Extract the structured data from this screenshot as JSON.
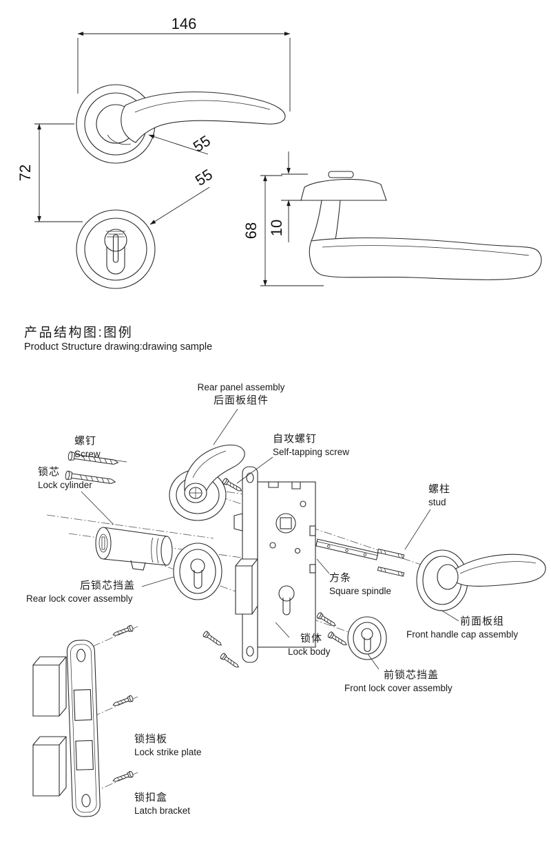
{
  "document": {
    "section_title_cn": "产品结构图:图例",
    "section_title_en": "Product Structure drawing:drawing sample"
  },
  "colors": {
    "ink": "#1a1a1a",
    "background": "#ffffff"
  },
  "dims": {
    "front_width": "146",
    "front_height": "72",
    "rose_top": "55",
    "rose_bottom": "55",
    "side_height": "68",
    "side_offset": "10"
  },
  "parts": {
    "rear_panel": {
      "line1": "Rear panel assembly",
      "line2": "后面板组件"
    },
    "screw": {
      "line1": "螺钉",
      "line2": "Screw"
    },
    "self_tapping_screw": {
      "line1": "自攻螺钉",
      "line2": "Self-tapping screw"
    },
    "lock_cylinder": {
      "line1": "锁芯",
      "line2": "Lock cylinder"
    },
    "stud": {
      "line1": "螺柱",
      "line2": "stud"
    },
    "square_spindle": {
      "line1": "方条",
      "line2": "Square spindle"
    },
    "rear_lock_cover": {
      "line1": "后锁芯挡盖",
      "line2": "Rear lock cover assembly"
    },
    "front_handle_cap": {
      "line1": "前面板组",
      "line2": "Front handle cap assembly"
    },
    "lock_body": {
      "line1": "锁体",
      "line2": "Lock body"
    },
    "front_lock_cover": {
      "line1": "前锁芯挡盖",
      "line2": "Front lock cover assembly"
    },
    "lock_strike_plate": {
      "line1": "锁挡板",
      "line2": "Lock strike plate"
    },
    "latch_bracket": {
      "line1": "锁扣盒",
      "line2": "Latch bracket"
    }
  }
}
